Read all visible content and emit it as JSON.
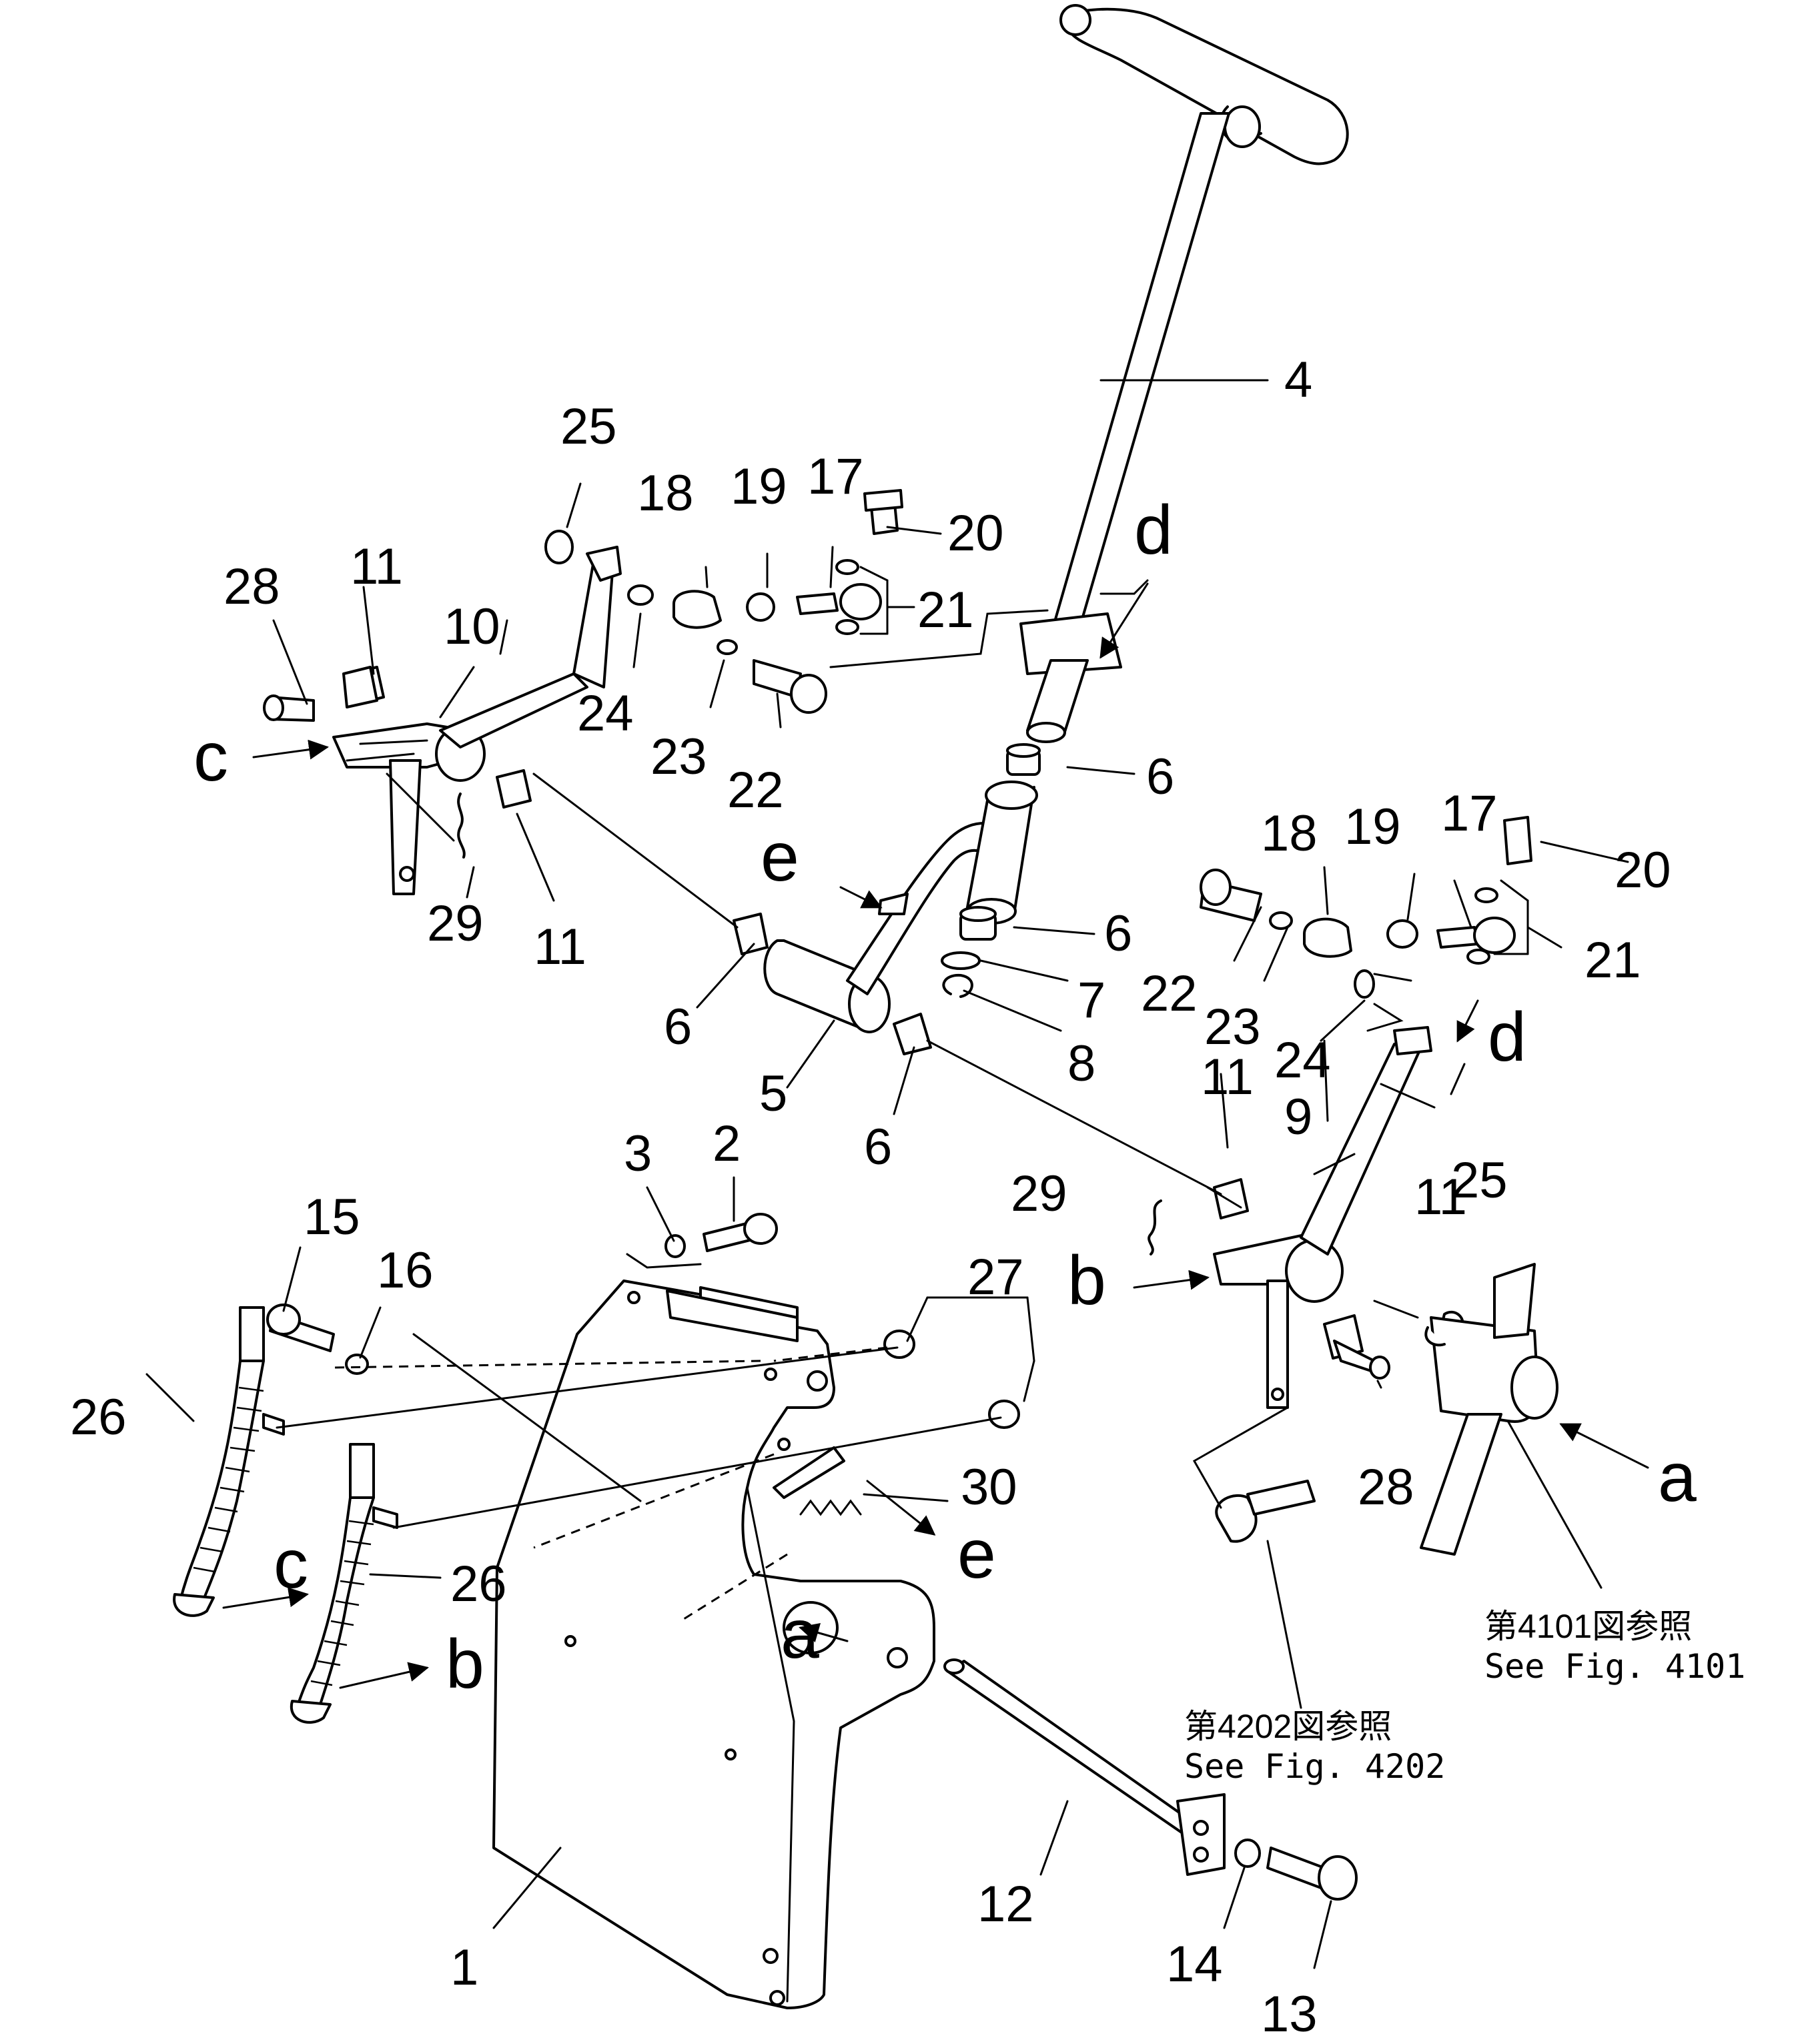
{
  "callouts": {
    "c1": "1",
    "c2": "2",
    "c3": "3",
    "c4": "4",
    "c5": "5",
    "c6": "6",
    "c7": "7",
    "c8": "8",
    "c9": "9",
    "c10": "10",
    "c11": "11",
    "c12": "12",
    "c13": "13",
    "c14": "14",
    "c15": "15",
    "c16": "16",
    "c17": "17",
    "c18": "18",
    "c19": "19",
    "c20": "20",
    "c21": "21",
    "c22": "22",
    "c23": "23",
    "c24": "24",
    "c25": "25",
    "c26": "26",
    "c27": "27",
    "c28": "28",
    "c29": "29",
    "c30": "30"
  },
  "letters": {
    "a": "a",
    "b": "b",
    "c": "c",
    "d": "d",
    "e": "e"
  },
  "references": {
    "fig4101_jp": "第4101図参照",
    "fig4101_en": "See  Fig. 4101",
    "fig4202_jp": "第4202図参照",
    "fig4202_en": "See  Fig. 4202"
  },
  "colors": {
    "ink": "#000000",
    "paper": "#ffffff"
  }
}
